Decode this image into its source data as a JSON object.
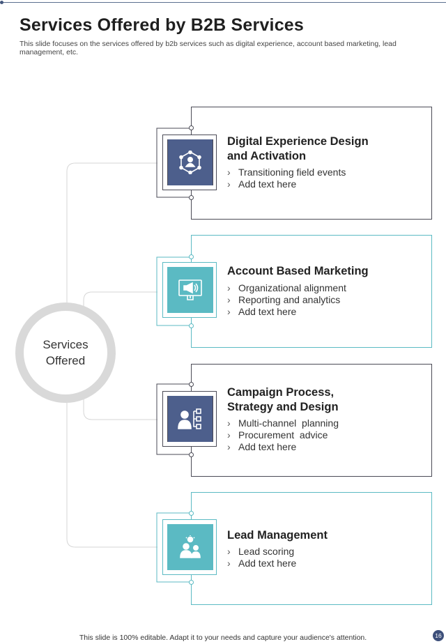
{
  "header": {
    "title": "Services Offered by B2B Services",
    "subtitle": "This slide focuses on the services offered by b2b services such as digital experience, account based marketing, lead management, etc."
  },
  "center": {
    "line1": "Services",
    "line2": "Offered"
  },
  "services": [
    {
      "title_line1": "Digital Experience Design",
      "title_line2": "and Activation",
      "bullets": [
        "Transitioning field events",
        "Add text here"
      ],
      "icon": "network-person-icon"
    },
    {
      "title_line1": "Account Based Marketing",
      "bullets": [
        "Organizational alignment",
        "Reporting and analytics",
        "Add text here"
      ],
      "icon": "megaphone-screen-icon"
    },
    {
      "title_line1": "Campaign Process,",
      "title_line2": "Strategy and Design",
      "bullets": [
        "Multi-channel  planning",
        "Procurement  advice",
        "Add text here"
      ],
      "icon": "person-flowchart-icon"
    },
    {
      "title_line1": "Lead Management",
      "bullets": [
        "Lead scoring",
        "Add text here"
      ],
      "icon": "lightbulb-team-icon"
    }
  ],
  "bullet_glyph": "›",
  "footer": {
    "text": "This slide is 100% editable. Adapt it to your needs and capture your audience's attention.",
    "page": "16"
  },
  "colors": {
    "navy": "#4d5f8c",
    "teal": "#5bbac3",
    "ring": "#d9d9d9"
  }
}
